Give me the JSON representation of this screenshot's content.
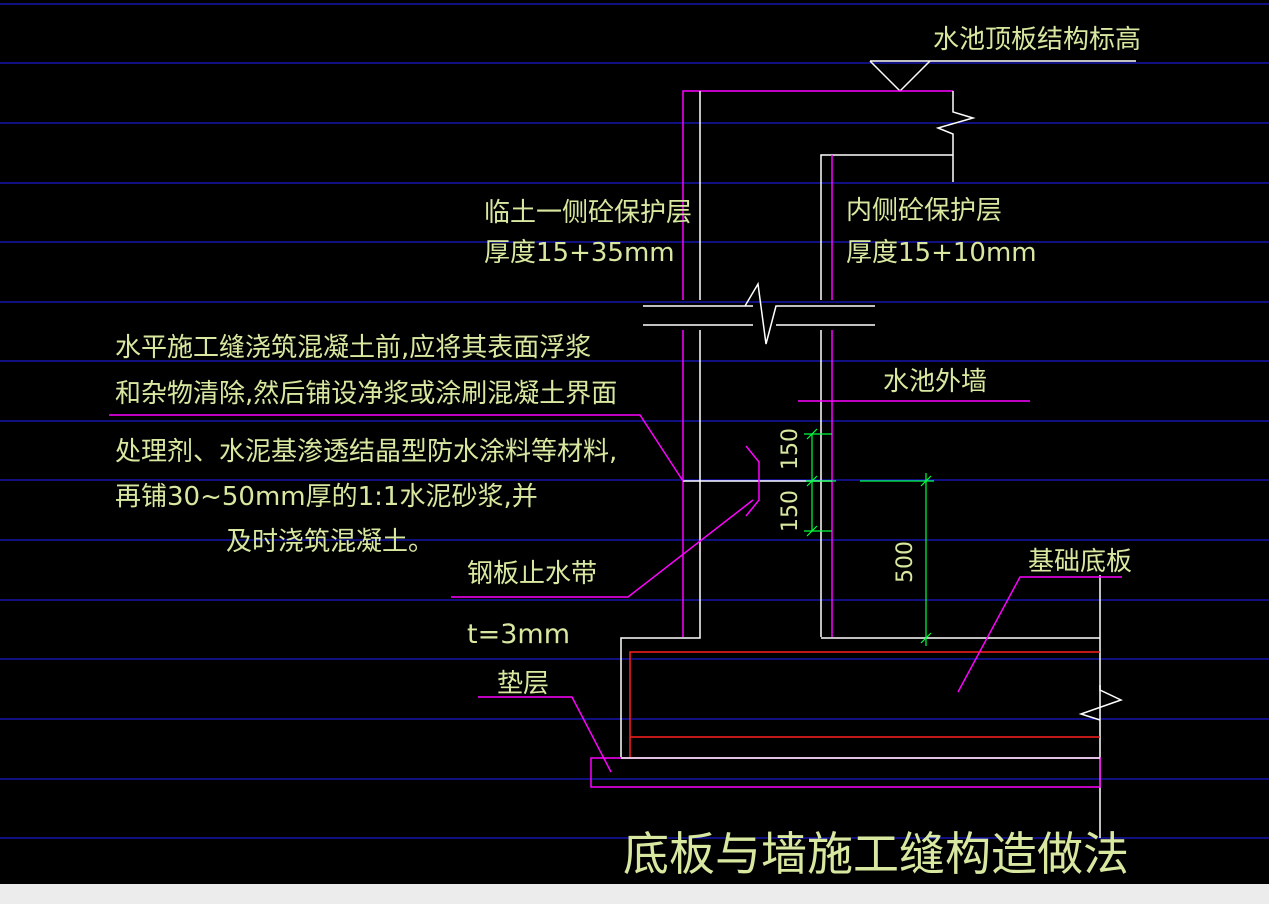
{
  "drawing": {
    "title": "底板与墙施工缝构造做法",
    "labels": {
      "top_elevation": "水池顶板结构标高",
      "outer_cover_line1": "临土一侧砼保护层",
      "outer_cover_line2": "厚度15+35mm",
      "inner_cover_line1": "内侧砼保护层",
      "inner_cover_line2": "厚度15+10mm",
      "outer_wall": "水池外墙",
      "foundation_slab": "基础底板",
      "waterstop": "钢板止水带",
      "thickness": "t=3mm",
      "cushion": "垫层"
    },
    "note_lines": [
      "水平施工缝浇筑混凝土前,应将其表面浮浆",
      "和杂物清除,然后铺设净浆或涂刷混凝土界面",
      "处理剂、水泥基渗透结晶型防水涂料等材料,",
      "再铺30~50mm厚的1:1水泥砂浆,并",
      "及时浇筑混凝土。"
    ],
    "dimensions": {
      "upper": "150",
      "lower": "150",
      "height": "500"
    }
  },
  "colors": {
    "background": "#000000",
    "grid_lines": "#2020ff",
    "text": "#d8e8a0",
    "magenta": "#ff00ff",
    "white": "#ffffff",
    "red": "#ff2020",
    "green": "#00ff40"
  }
}
